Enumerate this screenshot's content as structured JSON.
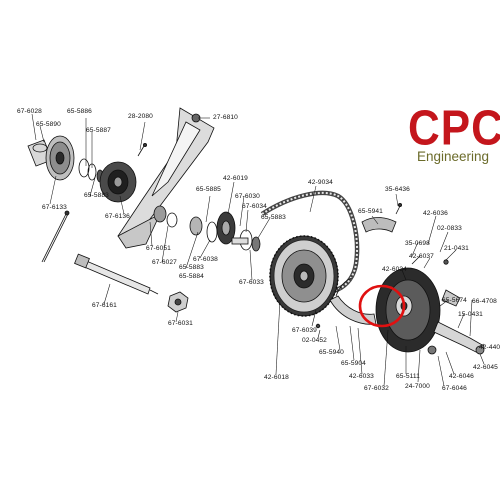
{
  "logo": {
    "main_text": "CPC",
    "sub_text": "Engineering",
    "main_color": "#c4161c",
    "sub_color": "#6b6b2a"
  },
  "highlight_color": "#e01010",
  "part_labels": [
    "67-6028",
    "65-5890",
    "65-5886",
    "65-5887",
    "28-2080",
    "27-6810",
    "65-5883",
    "67-6133",
    "67-6136",
    "42-6019",
    "65-5885",
    "67-6030",
    "67-6034",
    "65-5883",
    "42-9034",
    "35-6436",
    "65-5941",
    "42-6036",
    "02-0833",
    "35-0698",
    "42-6037",
    "21-0431",
    "42-6034",
    "67-6051",
    "67-6027",
    "65-5883",
    "65-5884",
    "67-6038",
    "67-6033",
    "67-6161",
    "67-6031",
    "65-5674",
    "66-4708",
    "15-0431",
    "42-440",
    "67-6039",
    "02-0452",
    "65-5940",
    "65-5904",
    "42-6033",
    "67-6032",
    "65-5111",
    "24-7000",
    "42-6046",
    "67-6046",
    "42-6045",
    "42-6018"
  ]
}
